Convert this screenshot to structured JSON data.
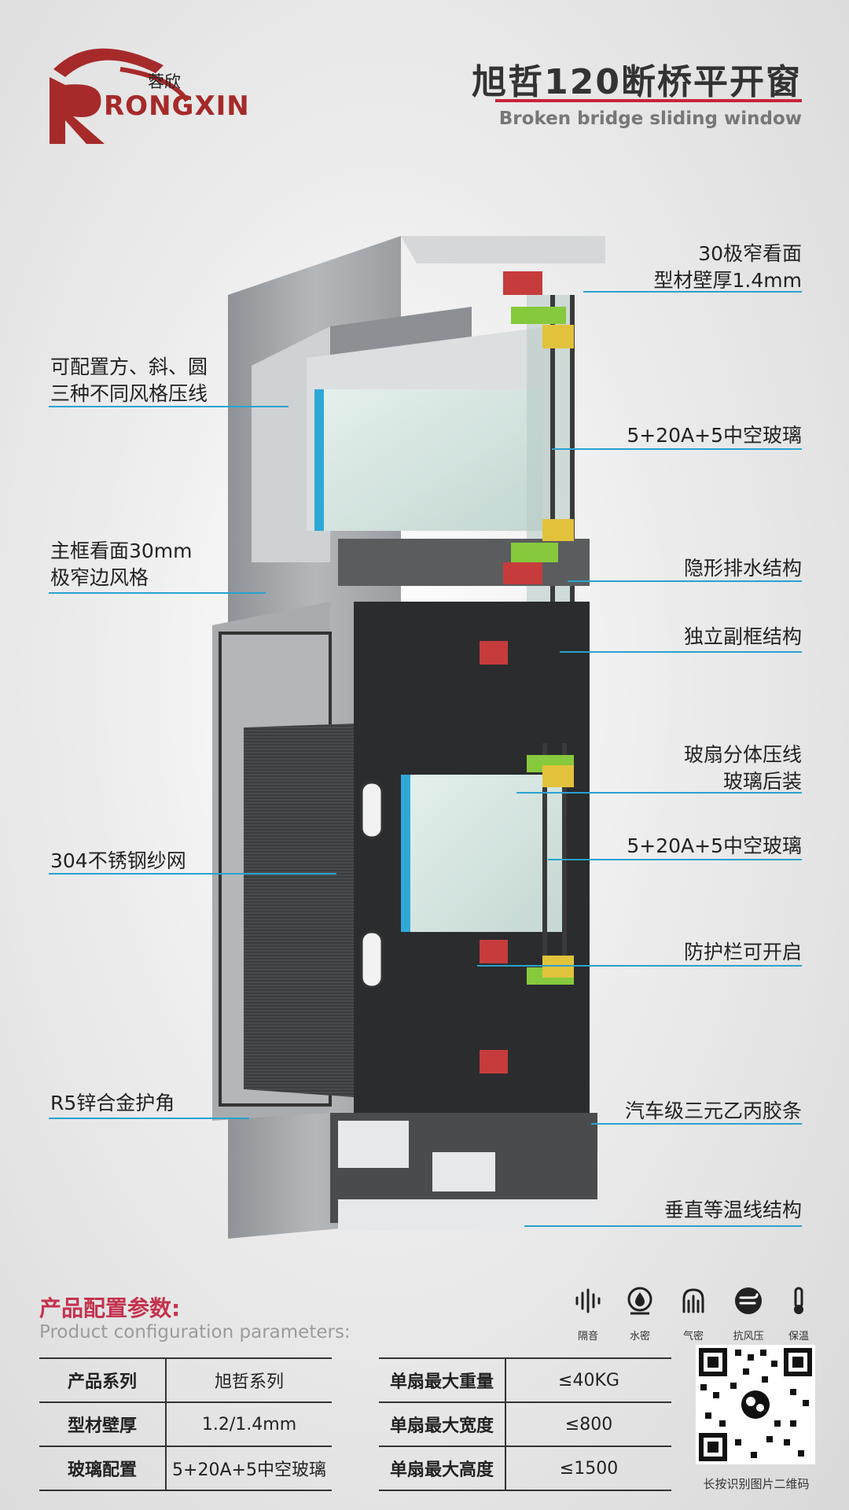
{
  "brand": {
    "name_cn": "蓉欣",
    "name_en": "RONGXIN"
  },
  "header": {
    "title_cn": "旭哲120断桥平开窗",
    "title_en": "Broken bridge sliding window"
  },
  "callouts_left": [
    {
      "lines": [
        "可配置方、斜、圆",
        "三种不同风格压线"
      ]
    },
    {
      "lines": [
        "主框看面30mm",
        "极窄边风格"
      ]
    },
    {
      "lines": [
        "304不锈钢纱网"
      ]
    },
    {
      "lines": [
        "R5锌合金护角"
      ]
    }
  ],
  "callouts_right": [
    {
      "lines": [
        "30极窄看面",
        "型材壁厚1.4mm"
      ]
    },
    {
      "lines": [
        "5+20A+5中空玻璃"
      ]
    },
    {
      "lines": [
        "隐形排水结构"
      ]
    },
    {
      "lines": [
        "独立副框结构"
      ]
    },
    {
      "lines": [
        "玻扇分体压线",
        "玻璃后装"
      ]
    },
    {
      "lines": [
        "5+20A+5中空玻璃"
      ]
    },
    {
      "lines": [
        "防护栏可开启"
      ]
    },
    {
      "lines": [
        "汽车级三元乙丙胶条"
      ]
    },
    {
      "lines": [
        "垂直等温线结构"
      ]
    }
  ],
  "params": {
    "title_cn": "产品配置参数:",
    "title_en": "Product configuration parameters:",
    "table_left": [
      {
        "key": "产品系列",
        "value": "旭哲系列"
      },
      {
        "key": "型材壁厚",
        "value": "1.2/1.4mm"
      },
      {
        "key": "玻璃配置",
        "value": "5+20A+5中空玻璃"
      }
    ],
    "table_right": [
      {
        "key": "单扇最大重量",
        "value": "≤40KG"
      },
      {
        "key": "单扇最大宽度",
        "value": "≤800"
      },
      {
        "key": "单扇最大高度",
        "value": "≤1500"
      }
    ]
  },
  "features": [
    {
      "icon": "sound-insulation-icon",
      "label": "隔音"
    },
    {
      "icon": "water-tightness-icon",
      "label": "水密"
    },
    {
      "icon": "air-tightness-icon",
      "label": "气密"
    },
    {
      "icon": "wind-pressure-icon",
      "label": "抗风压"
    },
    {
      "icon": "thermal-insulation-icon",
      "label": "保温"
    }
  ],
  "qr": {
    "caption": "长按识别图片二维码"
  },
  "colors": {
    "accent_red": "#c4324e",
    "callout_blue": "#2aa2cf",
    "brand_red": "#a62a2a"
  }
}
